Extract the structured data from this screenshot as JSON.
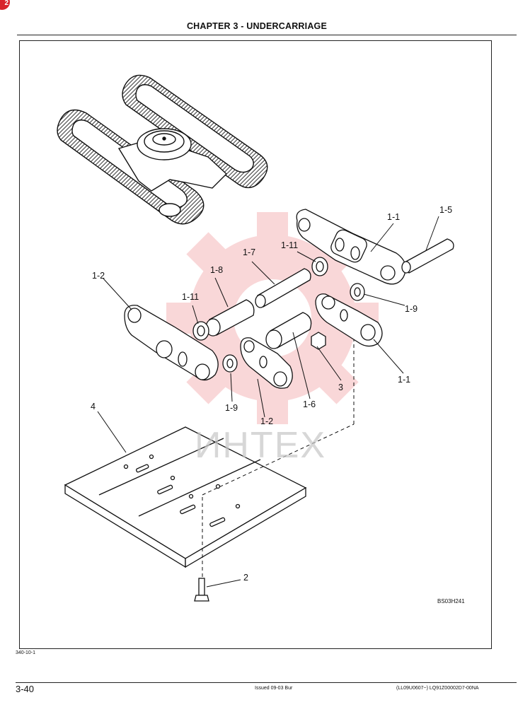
{
  "badge": "2",
  "header": {
    "chapter_title": "CHAPTER 3 - UNDERCARRIAGE"
  },
  "figure": {
    "ref_code": "BS03H241",
    "figure_id": "340-10-1",
    "watermark": "ИНТЕХ",
    "callouts": {
      "link_right_top": "1-1",
      "link_right_bottom": "1-1",
      "link_left_top": "1-2",
      "link_left_bottom": "1-2",
      "pin": "1-5",
      "bushing_front": "1-6",
      "bushing_rear": "1-7",
      "spacer": "1-8",
      "washer_right": "1-9",
      "washer_left": "1-9",
      "seal_top": "1-11",
      "seal_left": "1-11",
      "bolt": "2",
      "nut": "3",
      "shoe": "4"
    }
  },
  "footer": {
    "page": "3-40",
    "issued": "Issued 09-03   Bur",
    "doc_number": "(LL09U0607~)   LQ91Z00002D7-00NA"
  }
}
